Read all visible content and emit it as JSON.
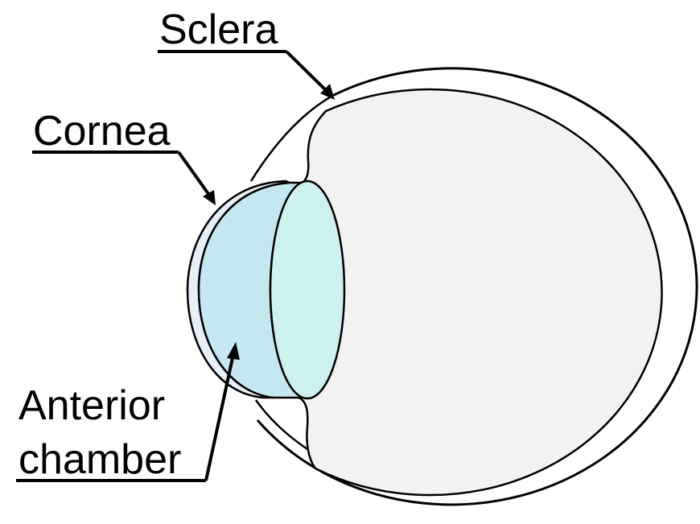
{
  "labels": {
    "sclera": "Sclera",
    "cornea": "Cornea",
    "anterior_line1": "Anterior",
    "anterior_line2": "chamber"
  },
  "colors": {
    "vitreous": "#f2f2f2",
    "anterior_chamber": "#c5e8f0",
    "lens": "#cdf1ee",
    "cornea_band": "#e6eef7",
    "outline": "#000000",
    "background": "#ffffff"
  }
}
